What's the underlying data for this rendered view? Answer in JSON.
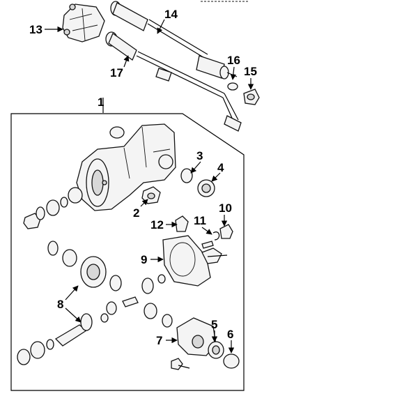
{
  "diagram": {
    "callouts": [
      {
        "id": "1",
        "label": "1"
      },
      {
        "id": "2",
        "label": "2"
      },
      {
        "id": "3",
        "label": "3"
      },
      {
        "id": "4",
        "label": "4"
      },
      {
        "id": "5",
        "label": "5"
      },
      {
        "id": "6",
        "label": "6"
      },
      {
        "id": "7",
        "label": "7"
      },
      {
        "id": "8",
        "label": "8"
      },
      {
        "id": "9",
        "label": "9"
      },
      {
        "id": "10",
        "label": "10"
      },
      {
        "id": "11",
        "label": "11"
      },
      {
        "id": "12",
        "label": "12"
      },
      {
        "id": "13",
        "label": "13"
      },
      {
        "id": "14",
        "label": "14"
      },
      {
        "id": "15",
        "label": "15"
      },
      {
        "id": "16",
        "label": "16"
      },
      {
        "id": "17",
        "label": "17"
      }
    ],
    "colors": {
      "ink": "#000000",
      "part_fill": "#f4f4f4",
      "background": "#ffffff"
    }
  }
}
